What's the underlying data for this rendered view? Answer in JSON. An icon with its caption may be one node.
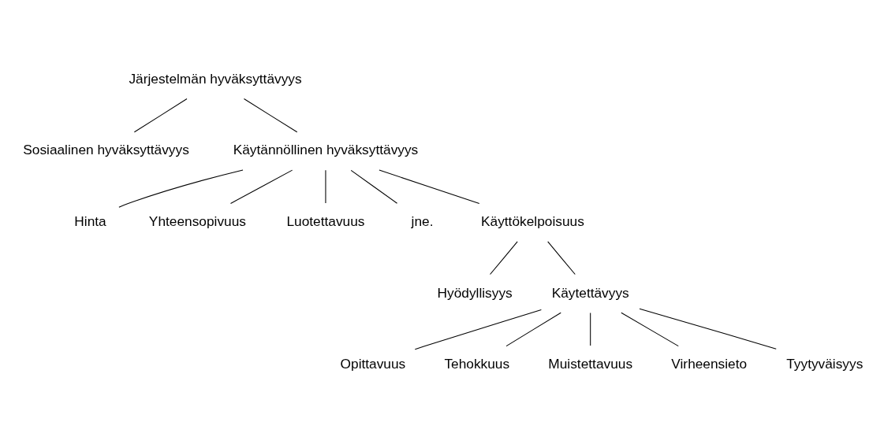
{
  "diagram": {
    "nodes": [
      {
        "text": [
          "Järjestelmän hyväksyttävyys"
        ]
      },
      {
        "text": [
          "Sosiaalinen hyväksyttävyys"
        ]
      },
      {
        "text": [
          "Käytännöllinen hyväksyttävyys"
        ]
      },
      {
        "text": [
          "Hinta"
        ]
      },
      {
        "text": [
          "Yhteensopivuus"
        ]
      },
      {
        "text": [
          "Luotettavuus"
        ]
      },
      {
        "text": [
          "jne."
        ]
      },
      {
        "text": [
          "Käyttökelpoisuus"
        ]
      },
      {
        "text": [
          "Hyödyllisyys"
        ]
      },
      {
        "text": [
          "Käytettävyys"
        ]
      },
      {
        "text": [
          "Opittavuus"
        ]
      },
      {
        "text": [
          "Tehokkuus"
        ]
      },
      {
        "text": [
          "Muistettavuus"
        ]
      },
      {
        "text": [
          "Virheensieto"
        ]
      },
      {
        "text": [
          "Tyytyväisyys"
        ]
      }
    ],
    "edges": [
      {
        "from": 0,
        "to": 1,
        "arrow": "none"
      },
      {
        "from": 0,
        "to": 2,
        "arrow": "none"
      },
      {
        "from": 2,
        "to": 3,
        "arrow": "none"
      },
      {
        "from": 2,
        "to": 4,
        "arrow": "none"
      },
      {
        "from": 2,
        "to": 5,
        "arrow": "none"
      },
      {
        "from": 2,
        "to": 6,
        "arrow": "none"
      },
      {
        "from": 2,
        "to": 7,
        "arrow": "none"
      },
      {
        "from": 7,
        "to": 8,
        "arrow": "none"
      },
      {
        "from": 7,
        "to": 9,
        "arrow": "none"
      },
      {
        "from": 9,
        "to": 10,
        "arrow": "none"
      },
      {
        "from": 9,
        "to": 11,
        "arrow": "none"
      },
      {
        "from": 9,
        "to": 12,
        "arrow": "none"
      },
      {
        "from": 9,
        "to": 13,
        "arrow": "none"
      },
      {
        "from": 9,
        "to": 14,
        "arrow": "none"
      }
    ]
  }
}
